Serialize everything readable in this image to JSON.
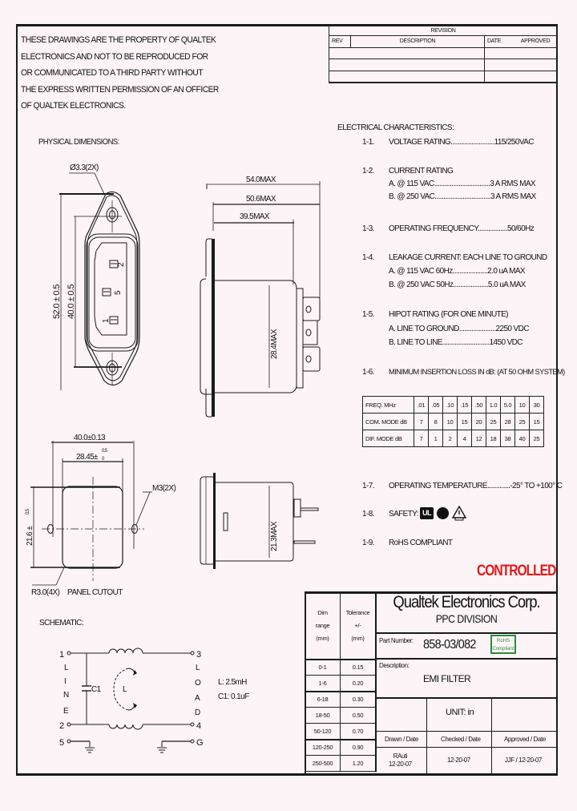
{
  "notice": {
    "lines": [
      "THESE DRAWINGS ARE THE PROPERTY OF QUALTEK",
      "ELECTRONICS AND NOT TO BE REPRODUCED FOR",
      "OR COMMUNICATED TO A THIRD PARTY WITHOUT",
      "THE EXPRESS WRITTEN PERMISSION OF AN OFFICER",
      "OF QUALTEK ELECTRONICS."
    ]
  },
  "revision": {
    "title": "REVISION",
    "columns": [
      "REV",
      "DESCRIPTION",
      "DATE",
      "APPROVED"
    ],
    "rows": [
      [
        "",
        "",
        "",
        ""
      ],
      [
        "",
        "",
        "",
        ""
      ],
      [
        "",
        "",
        "",
        ""
      ]
    ]
  },
  "physical": {
    "label": "PHYSICAL DIMENSIONS:",
    "hole_dia": "Ø3.3(2X)",
    "height_outer": "52.0 ± 0.5",
    "height_inner": "40.0 ± 0.5",
    "pins": [
      "2",
      "5",
      "1"
    ],
    "depth_total": "54.0MAX",
    "depth_mid": "50.6MAX",
    "depth_body": "39.5MAX",
    "body_dia": "28.4MAX",
    "side_height": "21.3MAX",
    "cutout_width": "40.0±0.13",
    "cutout_inner": "28.45±",
    "cutout_inner_tol_top": "0.5",
    "cutout_inner_tol_bot": "0",
    "cutout_height": "21.6 ±",
    "cutout_height_tol": "0.5",
    "thread": "M3(2X)",
    "radius": "R3.0(4X)",
    "cutout_label": "PANEL CUTOUT"
  },
  "schematic": {
    "label": "SCHEMATIC:",
    "line_letters": [
      "L",
      "I",
      "N",
      "E"
    ],
    "load_letters": [
      "L",
      "O",
      "A",
      "D"
    ],
    "terminals": {
      "t1": "1",
      "t2": "2",
      "t3": "3",
      "t4": "4",
      "t5": "5",
      "tg": "G"
    },
    "cap": "C1",
    "inductor": "L",
    "values": [
      "L:  2.5mH",
      "C1: 0.1uF"
    ]
  },
  "electrical": {
    "title": "ELECTRICAL CHARACTERISTICS:",
    "items": [
      {
        "num": "1-1.",
        "lines": [
          "VOLTAGE RATING.........................115/250VAC"
        ]
      },
      {
        "num": "1-2.",
        "lines": [
          "CURRENT RATING",
          "A. @ 115 VAC................................3 A RMS MAX",
          "B. @ 250 VAC................................3 A RMS MAX"
        ]
      },
      {
        "num": "1-3.",
        "lines": [
          "OPERATING FREQUENCY.................50/60Hz"
        ]
      },
      {
        "num": "1-4.",
        "lines": [
          "LEAKAGE CURRENT:  EACH LINE TO GROUND",
          "A. @ 115 VAC 60Hz....................2.0 uA MAX",
          "B. @ 250 VAC 50Hz....................5.0 uA MAX"
        ]
      },
      {
        "num": "1-5.",
        "lines": [
          "HIPOT RATING (FOR ONE MINUTE)",
          "A. LINE TO GROUND.....................2250 VDC",
          "B. LINE TO LINE...........................1450 VDC"
        ]
      },
      {
        "num": "1-6.",
        "lines": [
          "MINIMUM INSERTION LOSS IN dB: (AT 50 OHM SYSTEM)"
        ]
      },
      {
        "num": "1-7.",
        "lines": [
          "OPERATING TEMPERATURE.............-25° TO +100° C"
        ]
      },
      {
        "num": "1-8.",
        "lines": [
          "SAFETY:"
        ]
      },
      {
        "num": "1-9.",
        "lines": [
          "RoHS COMPLIANT"
        ]
      }
    ]
  },
  "insertion_loss": {
    "header_label": "FREQ. MHz",
    "freqs": [
      ".01",
      ".05",
      ".10",
      ".15",
      ".50",
      "1.0",
      "5.0",
      "10",
      "30"
    ],
    "rows": [
      {
        "label": "COM. MODE dB",
        "values": [
          "7",
          "8",
          "10",
          "15",
          "20",
          "25",
          "28",
          "25",
          "15"
        ]
      },
      {
        "label": "DIF. MODE dB",
        "values": [
          "7",
          "1",
          "2",
          "4",
          "12",
          "18",
          "38",
          "40",
          "25"
        ]
      }
    ]
  },
  "stamp": "CONTROLLED",
  "title_block": {
    "company": "Qualtek Electronics Corp.",
    "division": "PPC  DIVISION",
    "part_number_label": "Part Number:",
    "part_number": "858-03/082",
    "rohs_badge": [
      "RoHS",
      "Compliant"
    ],
    "description_label": "Description:",
    "description": "EMI FILTER",
    "unit": "UNIT: in",
    "drawn_label": "Drawn / Date",
    "checked_label": "Checked / Date",
    "approved_label": "Approved / Date",
    "drawn_value": [
      "RAuti",
      "12-20-07"
    ],
    "checked_value": "12-20-07",
    "approved_value": "JJF / 12-20-07",
    "tolerance_header": {
      "dim": [
        "Dim",
        "range",
        "(mm)"
      ],
      "tol": [
        "Tolerance",
        "+/-",
        "(mm)"
      ]
    },
    "tolerance_rows": [
      [
        "0-1",
        "0.15"
      ],
      [
        "1-6",
        "0.20"
      ],
      [
        "6-18",
        "0.30"
      ],
      [
        "18-50",
        "0.50"
      ],
      [
        "50-120",
        "0.70"
      ],
      [
        "120-250",
        "0.90"
      ],
      [
        "250-500",
        "1.20"
      ]
    ]
  }
}
